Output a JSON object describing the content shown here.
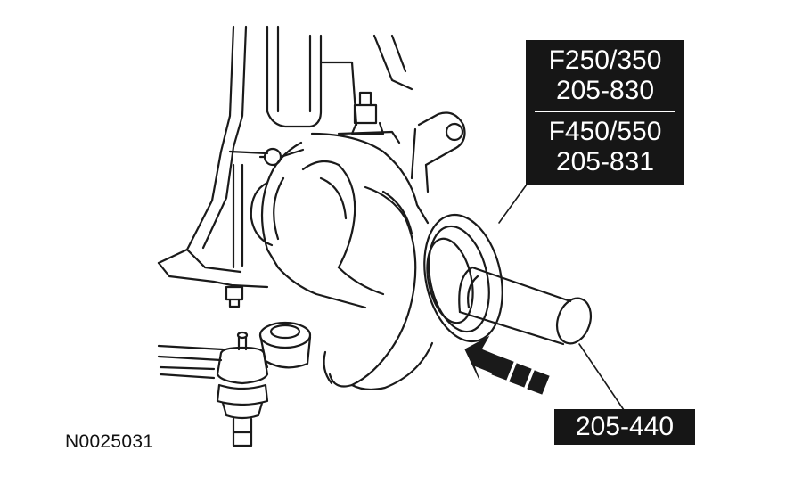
{
  "callouts": {
    "upper": {
      "group_a_model": "F250/350",
      "group_a_tool": "205-830",
      "group_b_model": "F450/550",
      "group_b_tool": "205-831"
    },
    "lower": {
      "tool": "205-440"
    }
  },
  "figure_id": "N0025031",
  "colors": {
    "line": "#1a1a1a",
    "callout_bg": "#161616",
    "callout_text": "#ffffff",
    "background": "#ffffff"
  },
  "icons": {
    "direction_arrow": "install-direction-arrow-icon"
  }
}
